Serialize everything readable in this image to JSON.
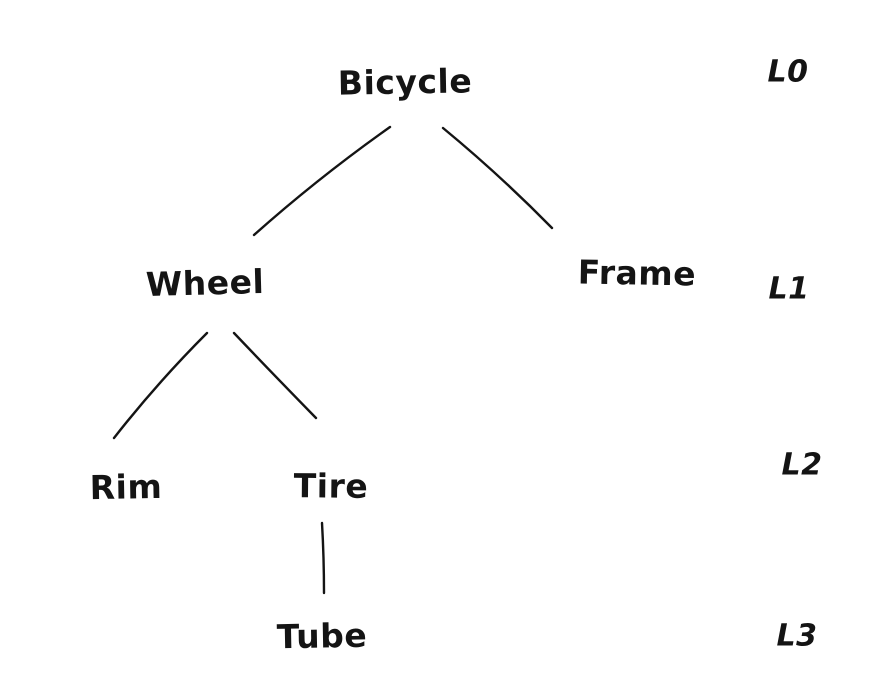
{
  "page": {
    "background_color": "#ffffff",
    "ink_color": "#141414"
  },
  "diagram": {
    "type": "tree",
    "nodes": {
      "bicycle": {
        "label": "Bicycle",
        "level": "L0"
      },
      "wheel": {
        "label": "Wheel",
        "level": "L1"
      },
      "frame": {
        "label": "Frame",
        "level": "L1"
      },
      "rim": {
        "label": "Rim",
        "level": "L2"
      },
      "tire": {
        "label": "Tire",
        "level": "L2"
      },
      "tube": {
        "label": "Tube",
        "level": "L3"
      }
    },
    "edges": [
      {
        "from": "Bicycle",
        "to": "Wheel"
      },
      {
        "from": "Bicycle",
        "to": "Frame"
      },
      {
        "from": "Wheel",
        "to": "Rim"
      },
      {
        "from": "Wheel",
        "to": "Tire"
      },
      {
        "from": "Tire",
        "to": "Tube"
      }
    ],
    "level_labels": [
      {
        "label": "L0"
      },
      {
        "label": "L1"
      },
      {
        "label": "L2"
      },
      {
        "label": "L3"
      }
    ]
  }
}
